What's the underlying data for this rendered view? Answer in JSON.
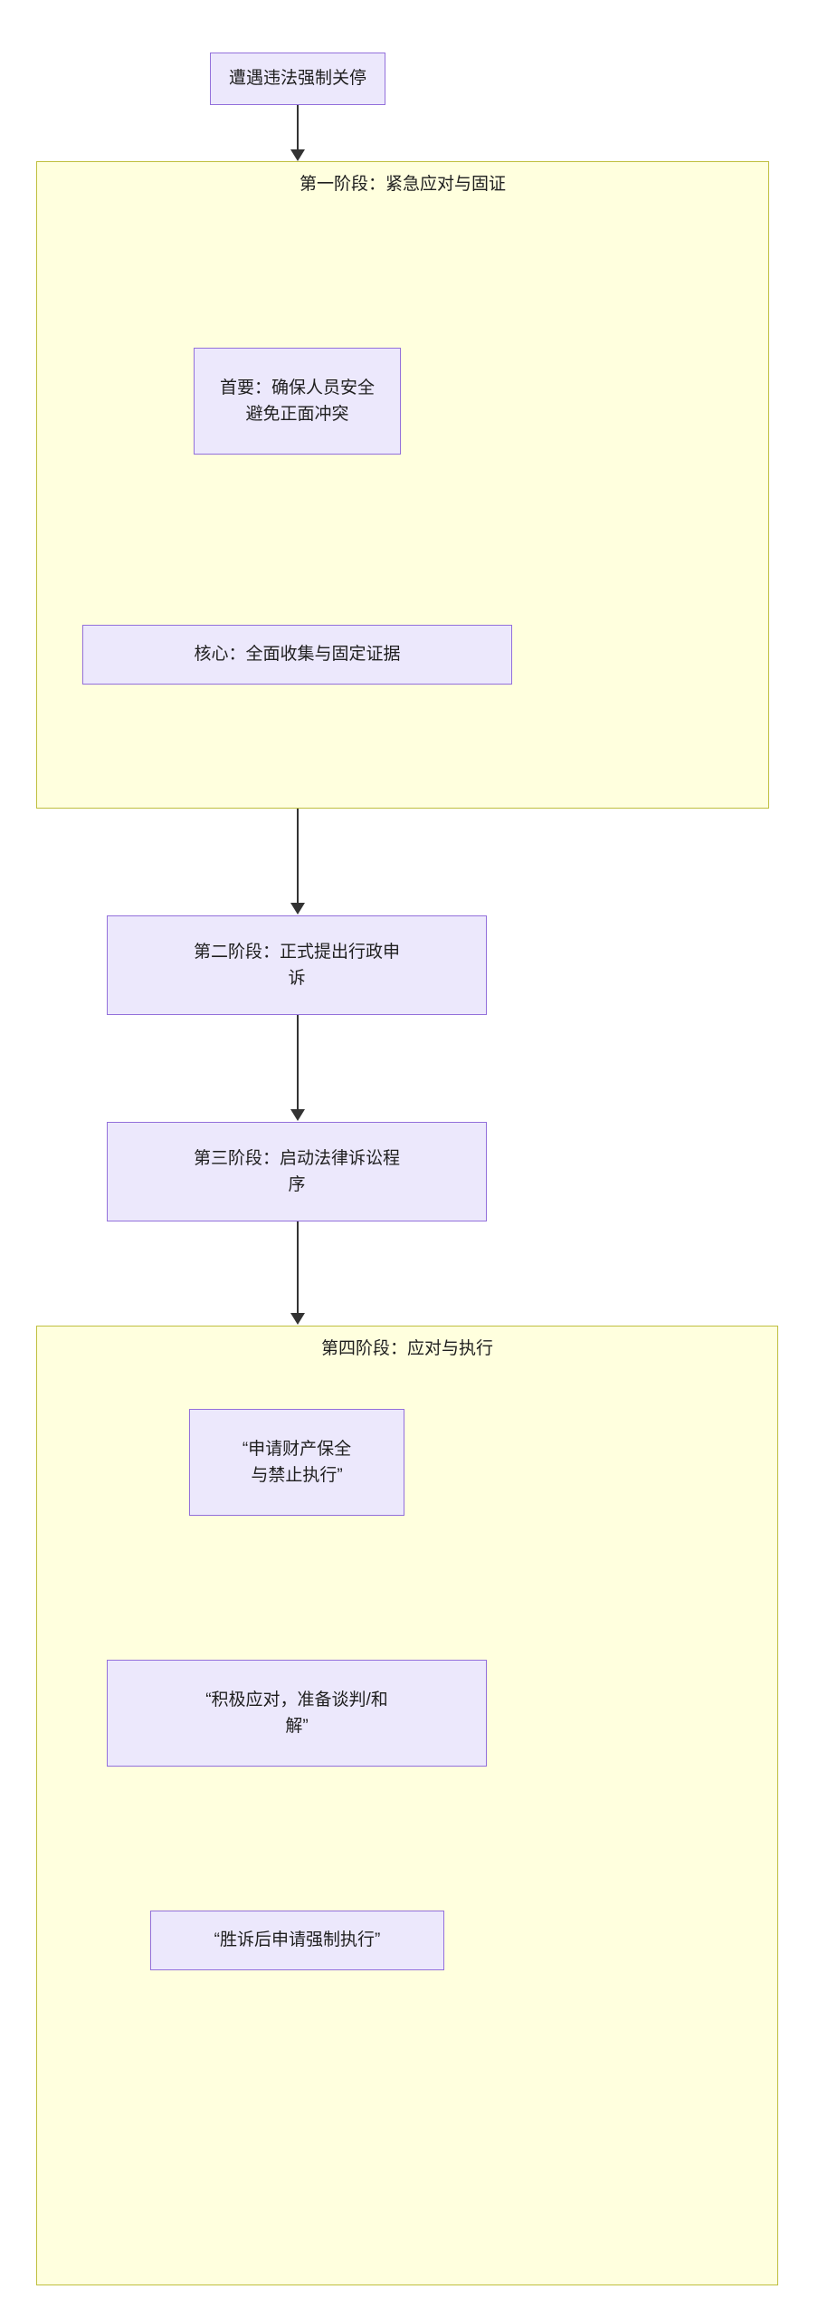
{
  "diagram": {
    "type": "flowchart",
    "direction": "top-down",
    "colors": {
      "node_fill": "#ECE8FC",
      "node_border": "#9370DB",
      "cluster_fill": "#FFFFDE",
      "cluster_border": "#BFBF3F",
      "edge": "#333333",
      "text": "#1F1F1F",
      "background": "#FFFFFF"
    },
    "start": {
      "label": "遭遇违法强制关停"
    },
    "clusters": [
      {
        "id": "phase-1",
        "title": "第一阶段：紧急应对与固证",
        "nodes": [
          {
            "id": "p1-node-1",
            "lines": [
              "首要：确保人员安全",
              "避免正面冲突"
            ]
          },
          {
            "id": "p1-node-2",
            "lines": [
              "核心：全面收集与固定证据"
            ]
          }
        ]
      },
      {
        "id": "phase-4",
        "title": "第四阶段：应对与执行",
        "nodes": [
          {
            "id": "p4-node-1",
            "lines": [
              "“申请财产保全",
              "与禁止执行”"
            ]
          },
          {
            "id": "p4-node-2",
            "lines": [
              "“积极应对，准备谈判/和",
              "解”"
            ]
          },
          {
            "id": "p4-node-3",
            "lines": [
              "“胜诉后申请强制执行”"
            ]
          }
        ]
      }
    ],
    "stages": [
      {
        "id": "phase-2",
        "lines": [
          "第二阶段：正式提出行政申",
          "诉"
        ]
      },
      {
        "id": "phase-3",
        "lines": [
          "第三阶段：启动法律诉讼程",
          "序"
        ]
      }
    ],
    "edges": [
      {
        "id": "edge-start-to-phase1",
        "from": "start",
        "to": "phase-1"
      },
      {
        "id": "edge-phase1-to-phase2",
        "from": "phase-1",
        "to": "phase-2"
      },
      {
        "id": "edge-phase2-to-phase3",
        "from": "phase-2",
        "to": "phase-3"
      },
      {
        "id": "edge-phase3-to-phase4",
        "from": "phase-3",
        "to": "phase-4"
      }
    ]
  }
}
